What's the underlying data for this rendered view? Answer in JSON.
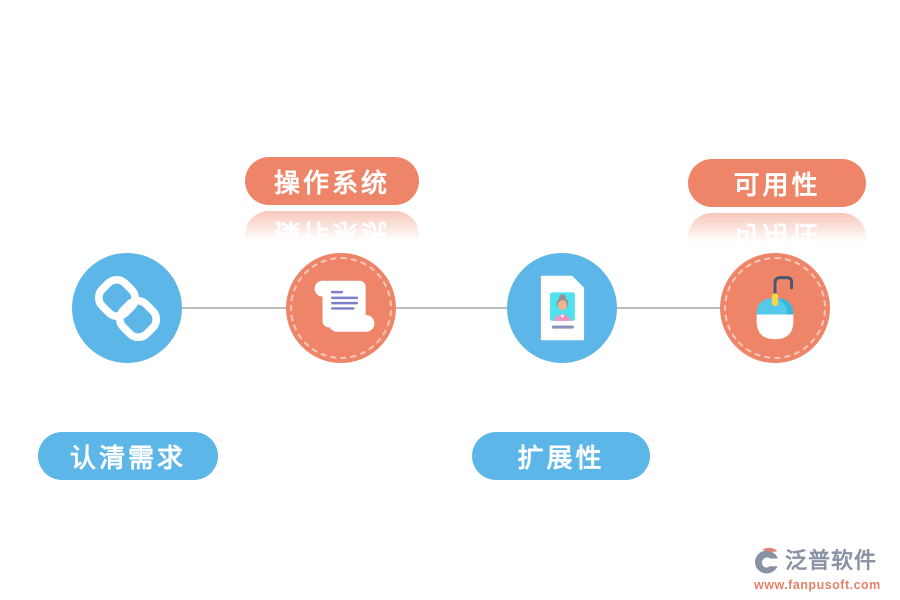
{
  "labels": {
    "top": [
      {
        "text": "操作系统"
      },
      {
        "text": "可用性"
      }
    ],
    "bottom": [
      {
        "text": "认清需求"
      },
      {
        "text": "扩展性"
      }
    ]
  },
  "nodes": [
    {
      "icon": "chain-link-icon",
      "color": "#5cb6e7"
    },
    {
      "icon": "scroll-icon",
      "color": "#ee8568"
    },
    {
      "icon": "id-document-icon",
      "color": "#5cb6e7"
    },
    {
      "icon": "mouse-icon",
      "color": "#ee8568"
    }
  ],
  "colors": {
    "blue": "#5cb6e7",
    "salmon": "#ee8568",
    "connector_gray": "#bcbcbc",
    "logo_gray": "#8a93a3",
    "logo_url": "#e4826b"
  },
  "logo": {
    "name": "泛普软件",
    "url": "www.fanpusoft.com"
  }
}
